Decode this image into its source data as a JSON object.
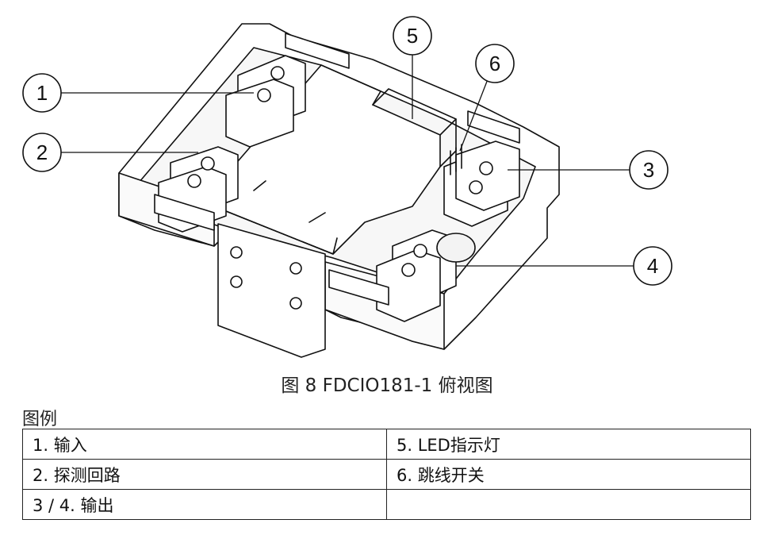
{
  "figure": {
    "callouts": [
      "1",
      "2",
      "3",
      "4",
      "5",
      "6"
    ]
  },
  "caption": "图 8 FDCIO181-1 俯视图",
  "legend": {
    "title": "图例",
    "rows": [
      [
        "1. 输入",
        "5. LED指示灯"
      ],
      [
        "2. 探测回路",
        "6. 跳线开关"
      ],
      [
        "3 / 4.  输出",
        ""
      ]
    ]
  }
}
